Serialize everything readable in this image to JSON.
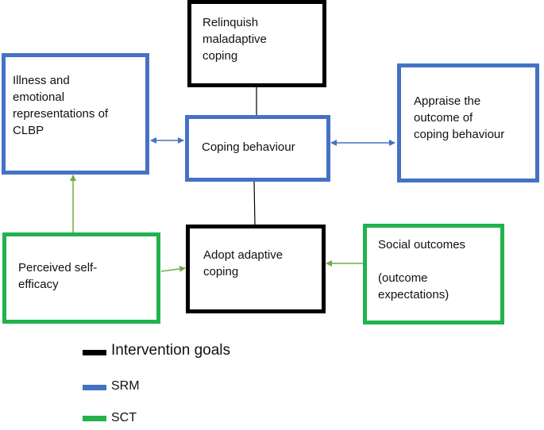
{
  "colors": {
    "intervention": "#000000",
    "srm": "#4472C4",
    "sct": "#22B24C",
    "srm_arrow": "#4472C4",
    "sct_arrow": "#70AD47",
    "line": "#000000"
  },
  "boxes": {
    "relinquish": {
      "text": "Relinquish\nmaladaptive\ncoping",
      "framework": "intervention"
    },
    "illness": {
      "text": "Illness and\nemotional\nrepresentations of\nCLBP",
      "framework": "srm"
    },
    "coping": {
      "text": "Coping behaviour",
      "framework": "srm"
    },
    "appraise": {
      "text": "Appraise the\noutcome of\ncoping behaviour",
      "framework": "srm"
    },
    "self_efficacy": {
      "text": "Perceived self-\nefficacy",
      "framework": "sct"
    },
    "adopt": {
      "text": "Adopt adaptive\ncoping",
      "framework": "intervention"
    },
    "social": {
      "text": "Social outcomes\n\n(outcome\nexpectations)",
      "framework": "sct"
    }
  },
  "legend": [
    {
      "label": "Intervention goals",
      "color": "#000000"
    },
    {
      "label": "SRM",
      "color": "#4472C4"
    },
    {
      "label": "SCT",
      "color": "#22B24C"
    }
  ]
}
